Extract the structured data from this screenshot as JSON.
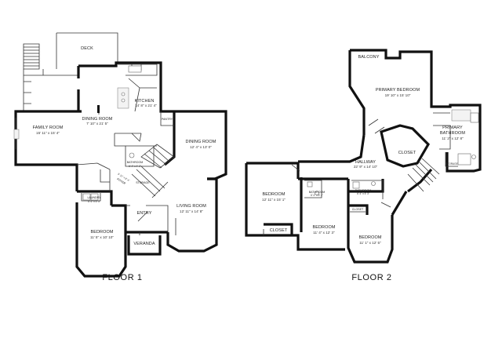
{
  "floor1": {
    "title": "FLOOR 1",
    "rooms": {
      "deck": {
        "name": "DECK",
        "dims": ""
      },
      "kitchen": {
        "name": "KITCHEN",
        "dims": "14' 8\" x 21' 4\""
      },
      "family_room": {
        "name": "FAMILY ROOM",
        "dims": "15' 11\" x 15' 4\""
      },
      "dining_room_1": {
        "name": "DINING ROOM",
        "dims": "7' 10\" x 21' 5\""
      },
      "pantry": {
        "name": "PANTRY",
        "dims": ""
      },
      "dining_room_2": {
        "name": "DINING ROOM",
        "dims": "12' 4\" x 13' 0\""
      },
      "bathroom": {
        "name": "BATHROOM",
        "dims": "6' 4\" x 4' 2\""
      },
      "foyer": {
        "name": "FOYER",
        "dims": "5' 11\" x 8' 4\""
      },
      "storage": {
        "name": "STORAGE",
        "dims": ""
      },
      "laundry": {
        "name": "LAUNDRY",
        "dims": "6' 4\" x 5' 3\""
      },
      "entry": {
        "name": "ENTRY",
        "dims": ""
      },
      "living_room": {
        "name": "LIVING ROOM",
        "dims": "12' 11\" x 14' 8\""
      },
      "bedroom": {
        "name": "BEDROOM",
        "dims": "11' 5\" x 10' 10\""
      },
      "veranda": {
        "name": "VERANDA",
        "dims": ""
      }
    }
  },
  "floor2": {
    "title": "FLOOR 2",
    "rooms": {
      "balcony": {
        "name": "BALCONY",
        "dims": ""
      },
      "primary_bedroom": {
        "name": "PRIMARY BEDROOM",
        "dims": "19' 10\" x 15' 10\""
      },
      "primary_bathroom": {
        "name": "PRIMARY BATHROOM",
        "dims": "11' 2\" x 12' 8\""
      },
      "storage": {
        "name": "STORAGE",
        "dims": ""
      },
      "closet_primary": {
        "name": "CLOSET",
        "dims": ""
      },
      "hallway": {
        "name": "HALLWAY",
        "dims": "22' 9\" x 14' 10\""
      },
      "bedroom_a": {
        "name": "BEDROOM",
        "dims": "12' 11\" x 15' 1\""
      },
      "closet_a": {
        "name": "CLOSET",
        "dims": ""
      },
      "bathroom_a": {
        "name": "BATHROOM",
        "dims": "6' 4\" x 8' 2\""
      },
      "bathroom_b": {
        "name": "BATHROOM",
        "dims": "6' 4\" x 5' 3\""
      },
      "bedroom_b": {
        "name": "BEDROOM",
        "dims": "11' 4\" x 12' 3\""
      },
      "closet_b": {
        "name": "CLOSET",
        "dims": ""
      },
      "bedroom_c": {
        "name": "BEDROOM",
        "dims": "11' 1\" x 12' 5\""
      }
    }
  }
}
